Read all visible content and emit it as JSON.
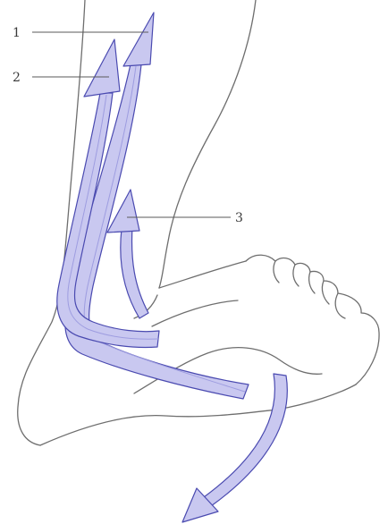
{
  "labels": [
    {
      "id": "1",
      "text": "1"
    },
    {
      "id": "2",
      "text": "2"
    },
    {
      "id": "3",
      "text": "3"
    }
  ],
  "colors": {
    "arrow_fill": "#c9c8f0",
    "arrow_stroke": "#4a4ab0",
    "outline": "#6e6e6e",
    "background": "#ffffff"
  }
}
